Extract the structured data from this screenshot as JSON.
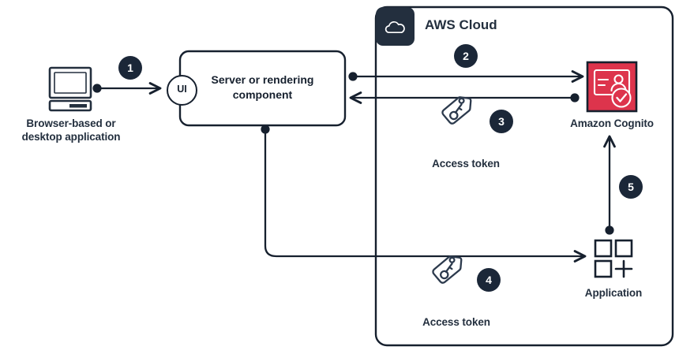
{
  "diagram": {
    "title": "AWS Cloud",
    "cloud_badge_icon": "cloud-icon",
    "colors": {
      "navy": "#232f3e",
      "dark": "#16202e",
      "badge_bg": "#1b2738",
      "cognito_red": "#dd344c",
      "white": "#ffffff"
    }
  },
  "nodes": {
    "client": {
      "label": "Browser-based or\ndesktop application",
      "icon": "desktop-computer-icon"
    },
    "server": {
      "label": "Server or rendering\ncomponent",
      "port_label": "UI"
    },
    "cognito": {
      "label": "Amazon Cognito",
      "icon": "amazon-cognito-icon"
    },
    "application": {
      "label": "Application",
      "icon": "application-grid-icon"
    },
    "token_top": {
      "label": "Access token",
      "icon": "tag-key-icon"
    },
    "token_bottom": {
      "label": "Access token",
      "icon": "tag-key-icon"
    }
  },
  "steps": [
    {
      "number": "1"
    },
    {
      "number": "2"
    },
    {
      "number": "3"
    },
    {
      "number": "4"
    },
    {
      "number": "5"
    }
  ]
}
